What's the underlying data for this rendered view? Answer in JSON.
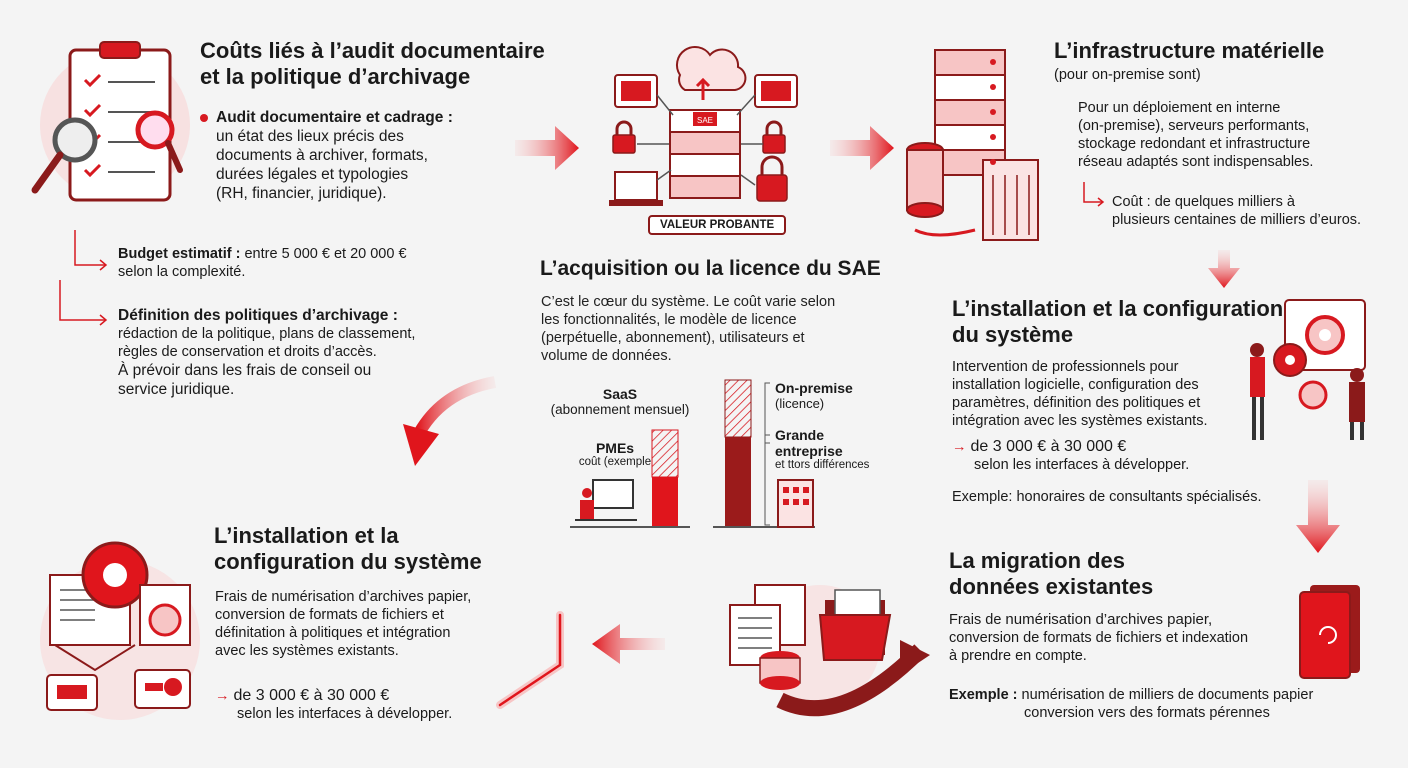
{
  "section1": {
    "title_line1": "Coûts liés à l’audit documentaire",
    "title_line2": "et la politique d’archivage",
    "bullet_title": "Audit documentaire et cadrage :",
    "bullet_lines": [
      "un état des lieux précis des",
      "documents à archiver, formats,",
      "durées légales et typologies",
      "(RH, financier, juridique)."
    ],
    "budget_label": "Budget estimatif :",
    "budget_value": "entre 5 000 € et 20 000 €",
    "budget_line2": "selon la complexité.",
    "def_title": "Définition des politiques d’archivage :",
    "def_lines": [
      "rédaction de la politique, plans de classement,",
      "règles de conservation et droits d’accès.",
      "À prévoir dans les frais de conseil ou",
      "service juridique."
    ]
  },
  "center": {
    "badge": "VALEUR PROBANTE",
    "chip": "SAE",
    "title": "L’acquisition ou la licence du SAE",
    "desc_lines": [
      "C’est le cœur du système. Le coût varie selon",
      "les fonctionnalités, le modèle de licence",
      "(perpétuelle, abonnement), utilisateurs et",
      "volume de données."
    ],
    "saas_label": "SaaS",
    "saas_sub": "(abonnement mensuel)",
    "pme_label": "PMEs",
    "pme_sub": "coût (exemple",
    "onprem_label": "On-premise",
    "onprem_sub": "(licence)",
    "grande_label1": "Grande",
    "grande_label2": "entreprise",
    "grande_sub": "et ttors différences"
  },
  "section2": {
    "title": "L’infrastructure matérielle",
    "subtitle": "(pour on-premise sont)",
    "lines": [
      "Pour un déploiement en interne",
      "(on-premise), serveurs performants,",
      "stockage redondant et infrastructure",
      "réseau adaptés sont indispensables."
    ],
    "cost_line1": "Coût : de quelques milliers à",
    "cost_line2": "plusieurs centaines de milliers d’euros."
  },
  "section3": {
    "title_line1": "L’installation et la configuration",
    "title_line2": "du système",
    "lines": [
      "Intervention de professionnels pour",
      "installation logicielle, configuration des",
      "paramètres, définition des politiques et",
      "intégration avec les systèmes existants."
    ],
    "range": "de 3 000 € à 30 000 €",
    "range_sub": "selon les interfaces à développer.",
    "example": "Exemple: honoraires de consultants spécialisés."
  },
  "section4": {
    "title_line1": "La migration des",
    "title_line2": "données existantes",
    "line1_a": "Frais de ",
    "line1_b": "numérisation d’archives papier,",
    "line2": "conversion de formats de fichiers et indexation",
    "line3": "à prendre en compte.",
    "example_label": "Exemple :",
    "example_line1": "numérisation de milliers de documents papier",
    "example_line2": "conversion vers des formats pérennes"
  },
  "section5": {
    "title_line1": "L’installation et la",
    "title_line2": "configuration du système",
    "lines": [
      "Frais de numérisation d’archives papier,",
      "conversion de formats de fichiers et",
      "définitation à politiques et intégration",
      "avec les systèmes existants."
    ],
    "range": "de 3 000 € à 30 000 €",
    "range_sub": "selon les interfaces à développer."
  },
  "colors": {
    "accent": "#d71920",
    "dark_red": "#8b1a1a",
    "light_red": "#f7c5c5"
  }
}
